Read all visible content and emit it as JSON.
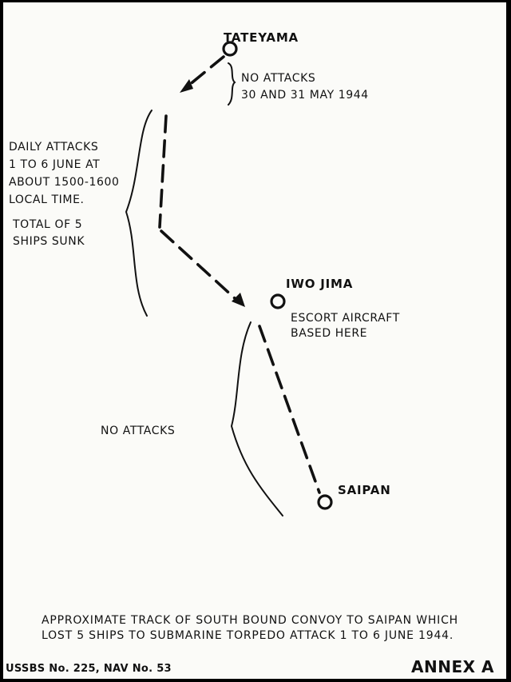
{
  "places": {
    "tateyama": "TATEYAMA",
    "iwo_jima": "IWO JIMA",
    "saipan": "SAIPAN"
  },
  "notes": {
    "no_attacks_first_lines": [
      "NO ATTACKS",
      "30 AND 31 MAY 1944"
    ],
    "daily_attacks_lines": [
      "DAILY ATTACKS",
      "1 TO 6 JUNE AT",
      "ABOUT 1500-1600",
      "LOCAL TIME."
    ],
    "total_lines": [
      "TOTAL OF 5",
      "SHIPS SUNK"
    ],
    "escort_lines": [
      "ESCORT AIRCRAFT",
      "BASED HERE"
    ],
    "no_attacks_second": "NO ATTACKS"
  },
  "caption_lines": [
    "APPROXIMATE TRACK OF SOUTH BOUND CONVOY TO SAIPAN WHICH",
    "LOST 5 SHIPS TO SUBMARINE TORPEDO ATTACK 1 TO 6 JUNE 1944."
  ],
  "footer": {
    "reference": "USSBS No. 225, NAV No. 53",
    "annex": "ANNEX A"
  }
}
